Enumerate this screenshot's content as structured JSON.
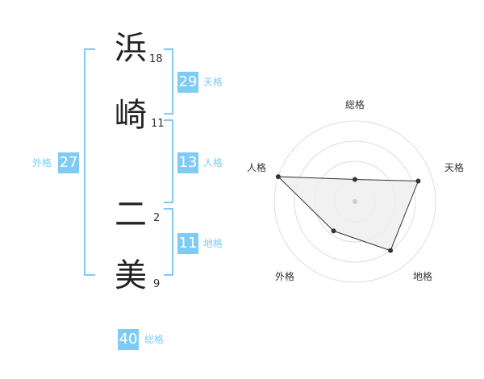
{
  "name": {
    "chars": [
      {
        "char": "浜",
        "strokes": "18"
      },
      {
        "char": "崎",
        "strokes": "11"
      },
      {
        "char": "二",
        "strokes": "2"
      },
      {
        "char": "美",
        "strokes": "9"
      }
    ]
  },
  "fortunes": {
    "tenkaku": {
      "value": "29",
      "label": "天格"
    },
    "jinkaku": {
      "value": "13",
      "label": "人格"
    },
    "chikaku": {
      "value": "11",
      "label": "地格"
    },
    "gaikaku": {
      "value": "27",
      "label": "外格"
    },
    "soukaku": {
      "value": "40",
      "label": "総格"
    }
  },
  "colors": {
    "accent": "#7fcbf4",
    "text": "#222222",
    "radar_fill": "#eeeeee",
    "radar_line": "#333333",
    "grid": "#dddddd"
  },
  "radar": {
    "axes": [
      "総格",
      "天格",
      "地格",
      "外格",
      "人格"
    ],
    "levels": 4,
    "values": [
      1.1,
      3.3,
      3.0,
      1.8,
      4.0
    ]
  }
}
